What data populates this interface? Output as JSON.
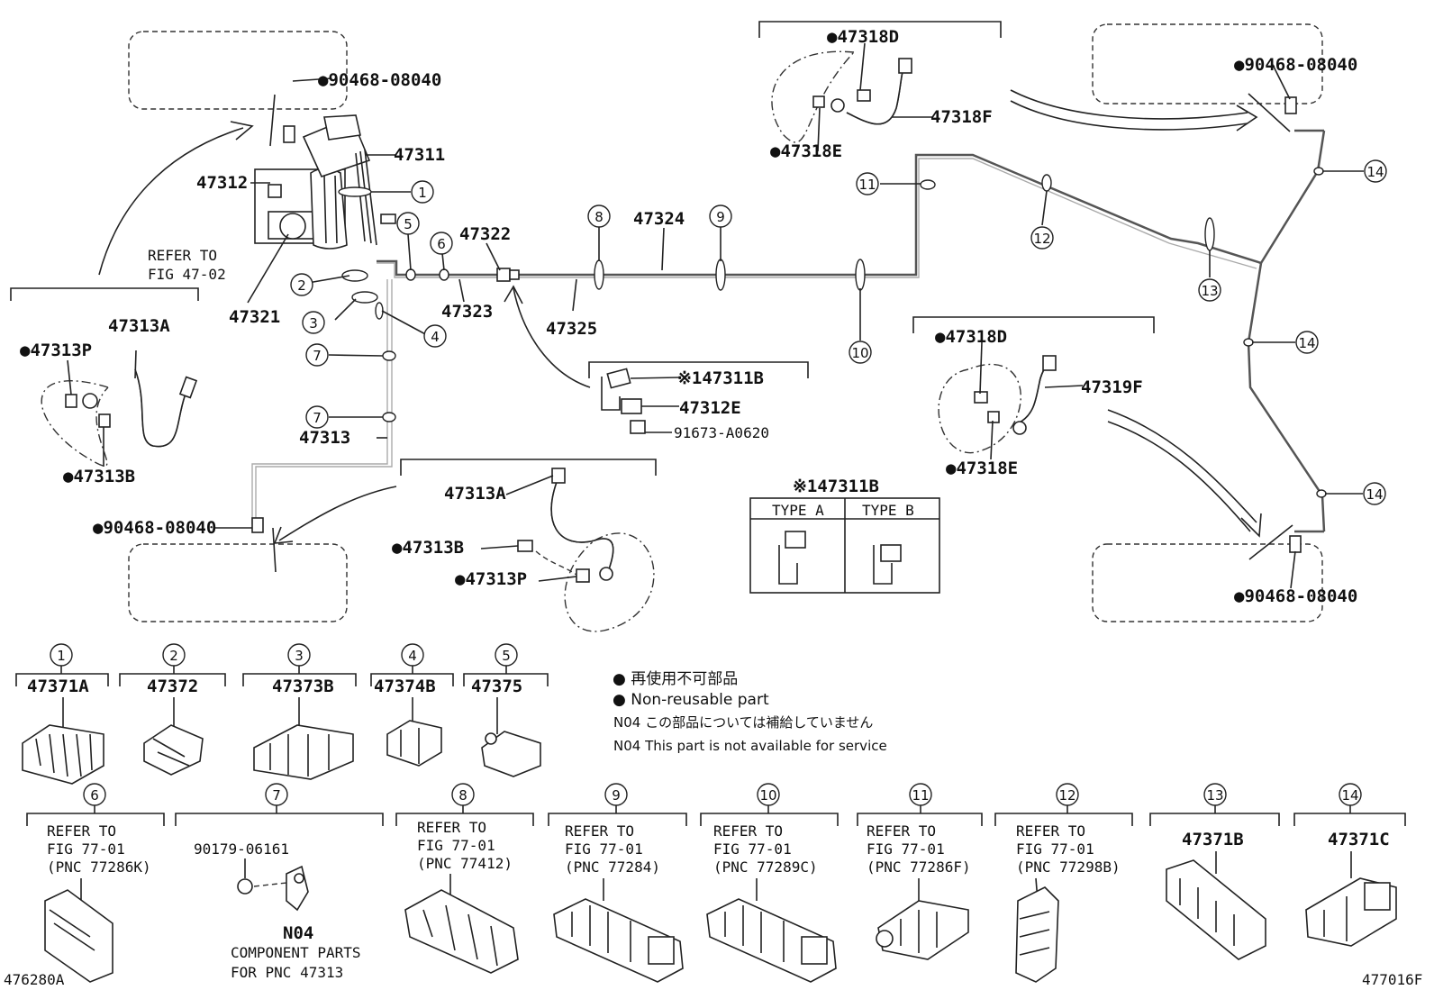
{
  "callout_numbers": [
    "1",
    "2",
    "3",
    "4",
    "5",
    "6",
    "7",
    "8",
    "9",
    "10",
    "11",
    "12",
    "13",
    "14"
  ],
  "parts": {
    "p90468_08040": "●90468-08040",
    "p47311": "47311",
    "p47312": "47312",
    "p47321": "47321",
    "p47322": "47322",
    "p47323": "47323",
    "p47324": "47324",
    "p47325": "47325",
    "p47313": "47313",
    "p47313A": "47313A",
    "p47313A_b": "47313A",
    "p47313P": "●47313P",
    "p47313P_b": "●47313P",
    "p47313B": "●47313B",
    "p47313B_b": "●47313B",
    "p47318D_top": "●47318D",
    "p47318E_top": "●47318E",
    "p47318F": "47318F",
    "p47318D_r": "●47318D",
    "p47318E_r": "●47318E",
    "p47319F": "47319F",
    "p47311B": "※147311B",
    "p47312E": "47312E",
    "p91673": "91673-A0620"
  },
  "refer_fig4702": [
    "REFER TO",
    "FIG 47-02"
  ],
  "type_table": {
    "title": "※147311B",
    "col_a": "TYPE A",
    "col_b": "TYPE B"
  },
  "legend": {
    "jp_nonreusable": "● 再使用不可部品",
    "en_nonreusable": "● Non-reusable part",
    "jp_n04": "N04 この部品については補給していません",
    "en_n04": "N04 This part is not available for service"
  },
  "clips_row1": [
    {
      "num": "1",
      "label": "47371A"
    },
    {
      "num": "2",
      "label": "47372"
    },
    {
      "num": "3",
      "label": "47373B"
    },
    {
      "num": "4",
      "label": "47374B"
    },
    {
      "num": "5",
      "label": "47375"
    }
  ],
  "clips_row2": [
    {
      "num": "6",
      "lines": [
        "REFER TO",
        "FIG 77-01",
        "(PNC 77286K)"
      ]
    },
    {
      "num": "7",
      "lines": [
        "90179-06161"
      ]
    },
    {
      "num": "8",
      "lines": [
        "REFER TO",
        "FIG 77-01",
        "(PNC 77412)"
      ]
    },
    {
      "num": "9",
      "lines": [
        "REFER TO",
        "FIG 77-01",
        "(PNC 77284)"
      ]
    },
    {
      "num": "10",
      "lines": [
        "REFER TO",
        "FIG 77-01",
        "(PNC 77289C)"
      ]
    },
    {
      "num": "11",
      "lines": [
        "REFER TO",
        "FIG 77-01",
        "(PNC 77286F)"
      ]
    },
    {
      "num": "12",
      "lines": [
        "REFER TO",
        "FIG 77-01",
        "(PNC 77298B)"
      ]
    },
    {
      "num": "13",
      "lines": [
        "47371B"
      ]
    },
    {
      "num": "14",
      "lines": [
        "47371C"
      ]
    }
  ],
  "clip7_extra": {
    "n04": "N04",
    "component": "COMPONENT PARTS",
    "pnc": "FOR PNC 47313"
  },
  "footer": {
    "left": "476280A",
    "right": "477016F"
  }
}
